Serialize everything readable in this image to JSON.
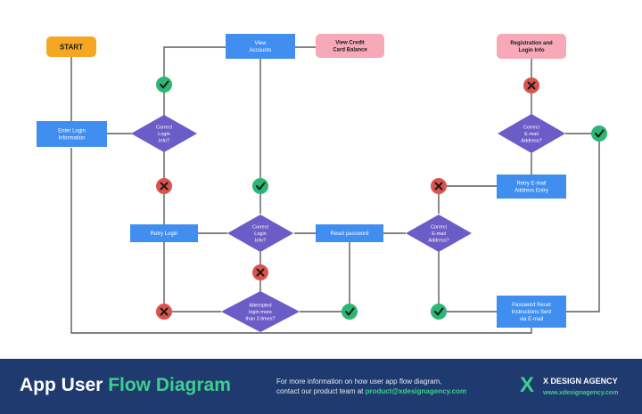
{
  "diagram": {
    "start_label": "START",
    "enter_login": [
      "Enter Login",
      "Information"
    ],
    "view_accounts": [
      "View",
      "Accounts"
    ],
    "view_credit": [
      "View Credit",
      "Card Balance"
    ],
    "registration": [
      "Registration and",
      "Login Info"
    ],
    "correct_login_1": [
      "Correct",
      "Login",
      "Info?"
    ],
    "correct_login_2": [
      "Correct",
      "Login",
      "Info?"
    ],
    "correct_email_1": [
      "Correct",
      "E-mail",
      "Address?"
    ],
    "correct_email_2": [
      "Correct",
      "E-mail",
      "Address?"
    ],
    "retry_login": [
      "Retry Login"
    ],
    "reset_password": [
      "Reset password"
    ],
    "retry_email": [
      "Retry E-mail",
      "Address Entry"
    ],
    "attempted_login": [
      "Attempted",
      "login more",
      "than 3 times?"
    ],
    "password_reset_sent": [
      "Password Reset",
      "Instructions Sent",
      "via E-mail"
    ]
  },
  "footer": {
    "title_main": "App User ",
    "title_accent": "Flow Diagram",
    "info_line1": "For more information on how user app flow diagram,",
    "info_line2_prefix": "contact our product team at ",
    "info_email": "product@xdesignagency.com",
    "brand_mark": "X",
    "brand_name": "X DESIGN AGENCY",
    "brand_url": "www.xdesignagency.com"
  },
  "colors": {
    "start": "#f5a623",
    "process": "#3f8ef0",
    "decision": "#6c5cc7",
    "pink": "#f7a9b8",
    "yes": "#2bb673",
    "no": "#d9534f",
    "line": "#5a5a5a",
    "footer_bg": "#1e3a6e",
    "accent": "#3ecf8e"
  }
}
